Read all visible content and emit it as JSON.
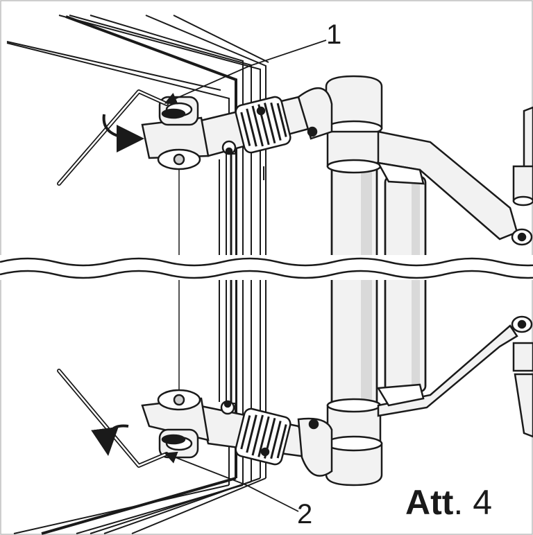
{
  "callouts": {
    "top": "1",
    "bottom": "2"
  },
  "figure_label": {
    "prefix": "Att",
    "suffix": ". 4"
  },
  "colors": {
    "line": "#1a1a1a",
    "metal": "#f2f2f2",
    "shade": "#cfcfcf",
    "background": "#ffffff"
  },
  "icons": [
    "hex-key",
    "rotation-arrow",
    "leader-line",
    "break-line"
  ]
}
